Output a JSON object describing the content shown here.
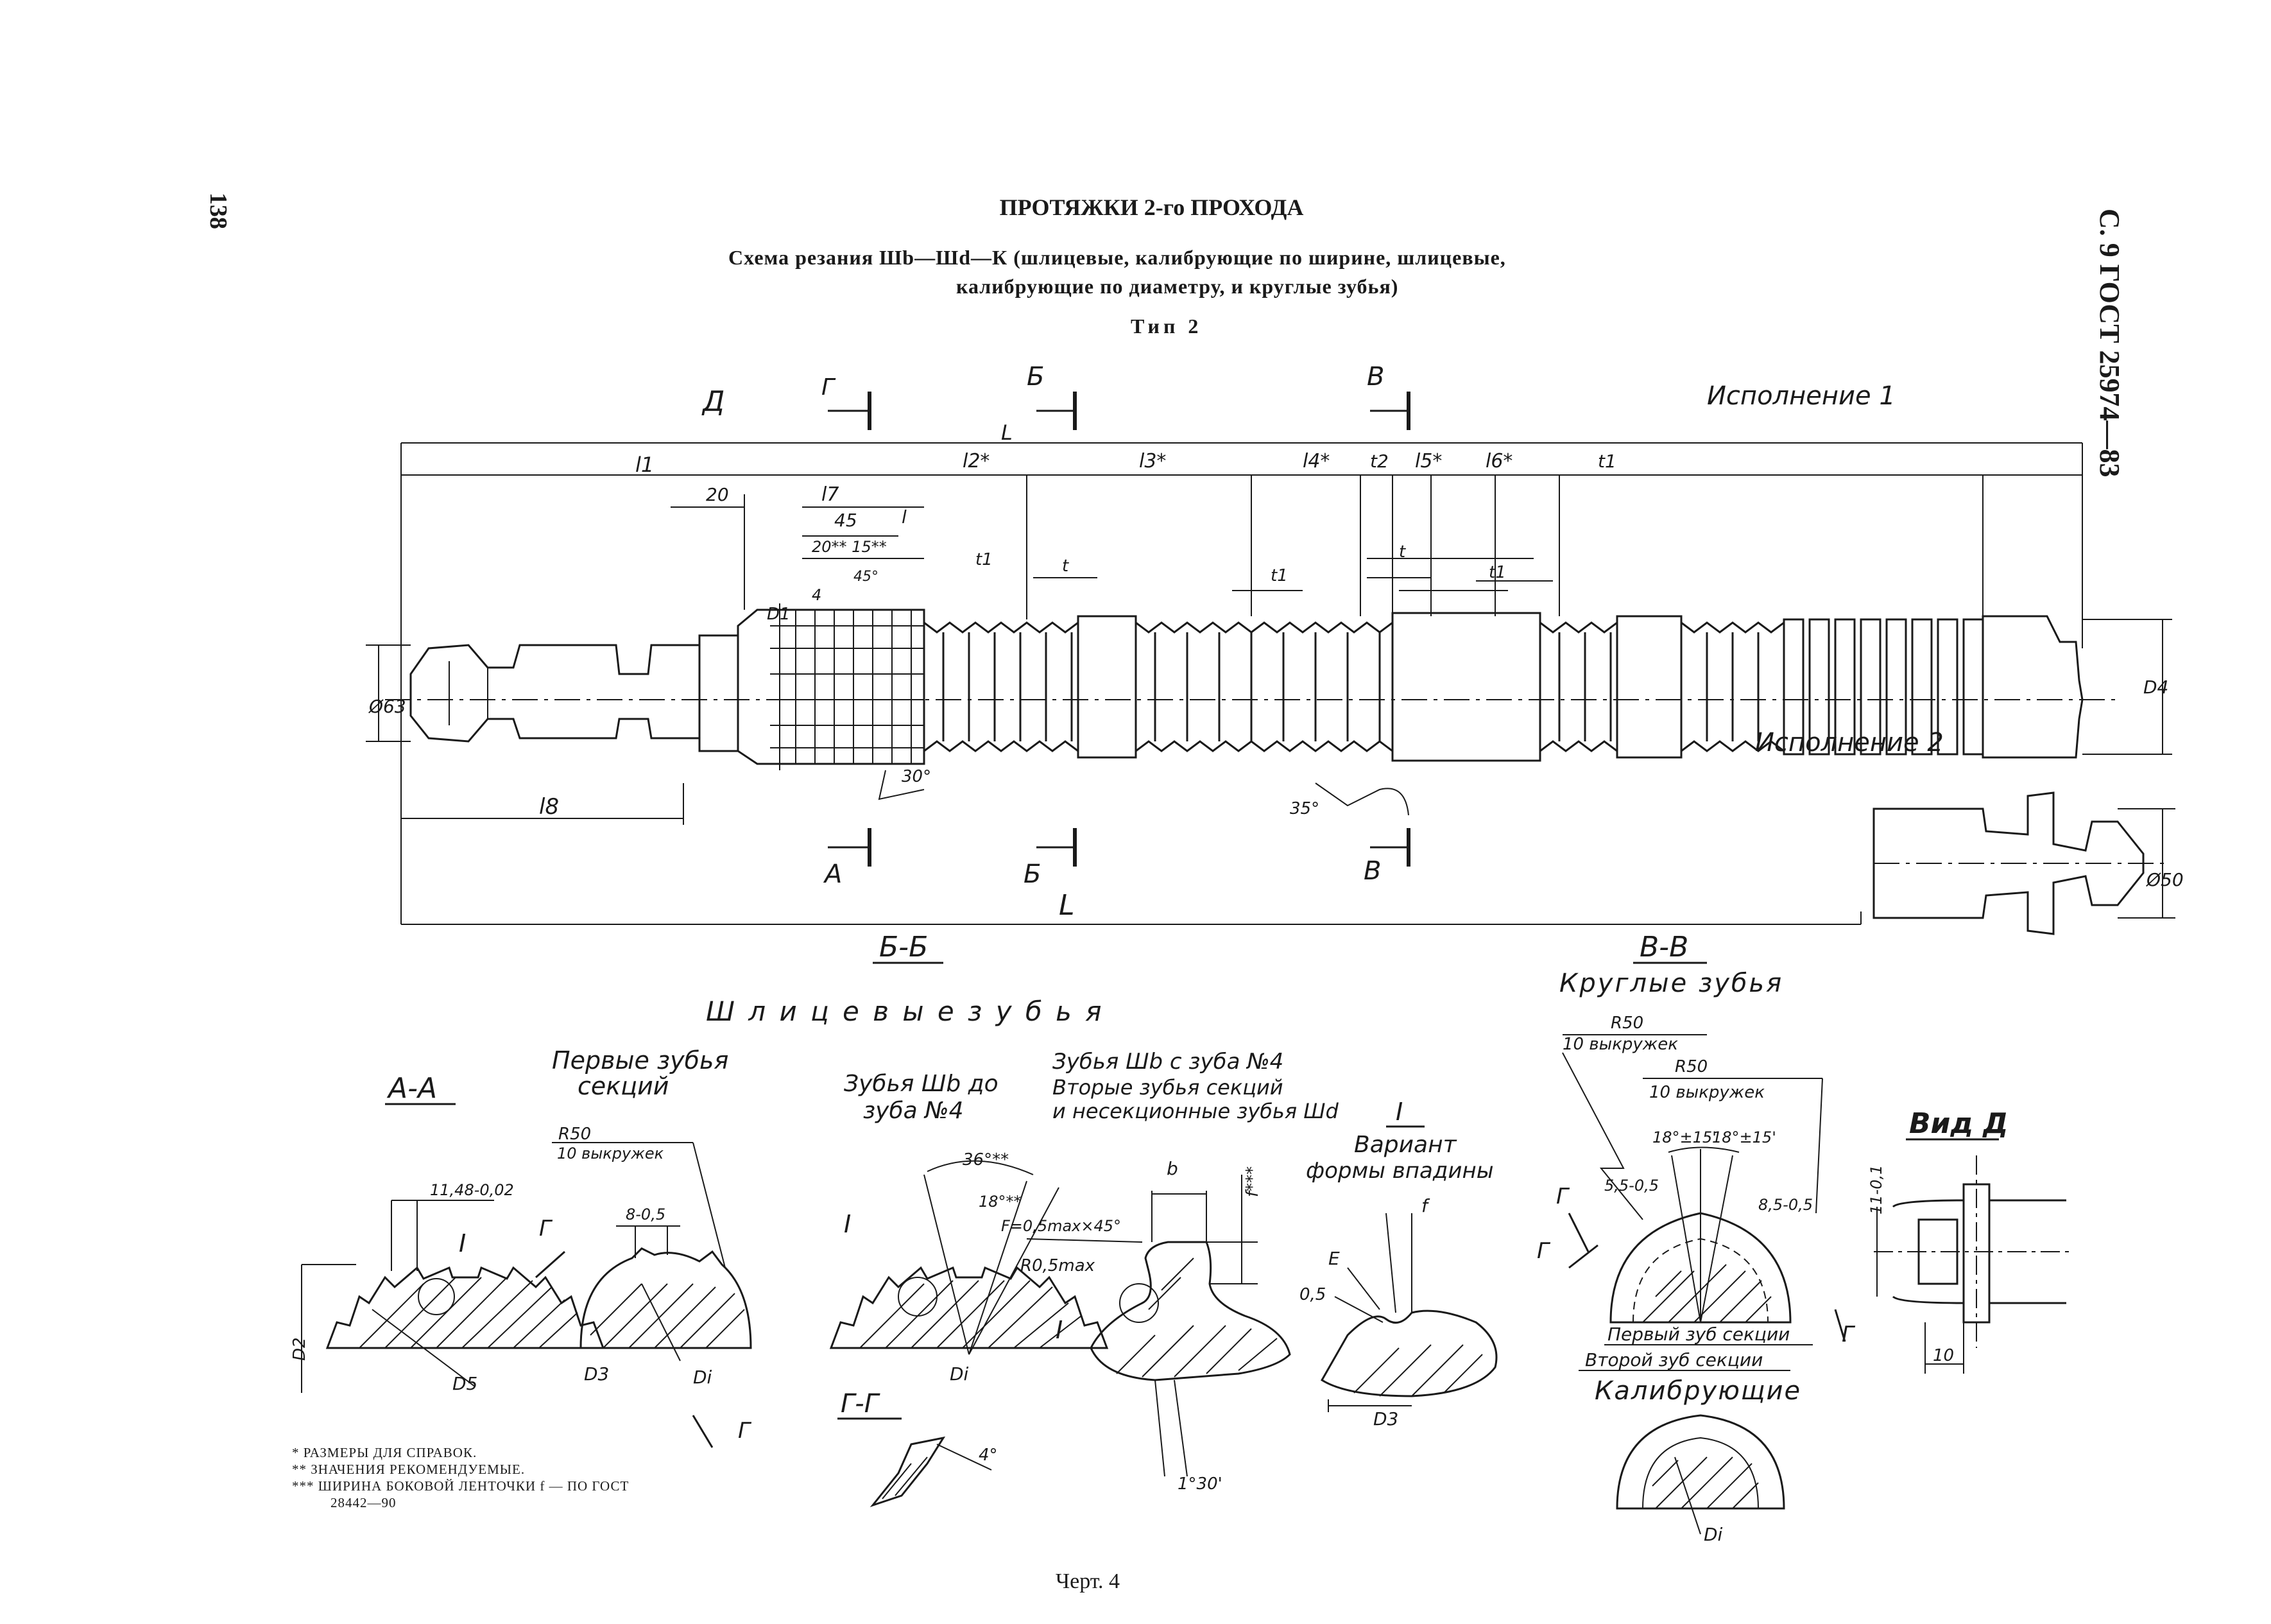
{
  "page": {
    "number": "138",
    "side_header": "С. 9 ГОСТ 25974—83",
    "title": "ПРОТЯЖКИ 2-го ПРОХОДА",
    "subtitle_1": "Схема резания Шb—Шd—К (шлицевые, калибрующие по ширине, шлицевые,",
    "subtitle_2": "калибрующие по диаметру, и круглые зубья)",
    "type": "Тип 2",
    "caption": "Черт. 4"
  },
  "main_view": {
    "view_label": "Д",
    "ispolnenie_1": "Исполнение 1",
    "ispolnenie_2": "Исполнение 2",
    "section_marks": [
      "Г",
      "Б",
      "В",
      "А",
      "Б",
      "В"
    ],
    "dims": {
      "L_small": "L",
      "L_big": "L",
      "l1": "l1",
      "l2": "l2*",
      "l3": "l3*",
      "l4": "l4*",
      "l5": "l5*",
      "l6": "l6*",
      "l7": "l7",
      "l8": "l8",
      "l_small": "l",
      "t1a": "t1",
      "t1b": "t1",
      "t1c": "t1",
      "t1d": "t1",
      "t2": "t2",
      "t_a": "t",
      "t_b": "t",
      "d20": "20",
      "d45": "45",
      "d20_15": "20** 15**",
      "d4": "4",
      "a45": "45°",
      "a30": "30°",
      "a35": "35°",
      "D1": "D1",
      "D4": "D4",
      "d63": "Ø63",
      "d50": "Ø50"
    }
  },
  "sections": {
    "bb_label": "Б-Б",
    "bb_title": "Ш л и ц е в ы е     з у б ь я",
    "vv_label": "В-В",
    "vv_title": "Круглые зубья",
    "aa_label": "А-А",
    "aa_d1148": "11,48-0,02",
    "aa_I": "I",
    "aa_D2": "D2",
    "aa_D5": "D5",
    "first_teeth_1": "Первые зубья",
    "first_teeth_2": "секций",
    "first_r50": "R50",
    "first_10": "10 выкружек",
    "first_8": "8-0,5",
    "first_D3": "D3",
    "first_Di": "Di",
    "mark_g1": "Г",
    "mark_g2": "Г",
    "wb4_1": "Зубья Шb до",
    "wb4_2": "зуба №4",
    "wb4_36": "36°**",
    "wb4_18": "18°**",
    "wb4_I": "I",
    "wb4_Di": "Di",
    "gg_label": "Г-Г",
    "gg_4": "4°",
    "wd_1": "Зубья Шb с зуба №4",
    "wd_2": "Вторые зубья секций",
    "wd_3": "и несекционные зубья Шd",
    "wd_b": "b",
    "wd_f": "f***",
    "wd_F": "F=0,5max×45°",
    "wd_R": "R0,5max",
    "wd_I": "I",
    "wd_1_30": "1°30'",
    "var_I": "I",
    "var_1": "Вариант",
    "var_2": "формы впадины",
    "var_f": "f",
    "var_E": "E",
    "var_05": "0,5",
    "var_D3": "D3",
    "vv_r50a": "R50",
    "vv_10a": "10 выкружек",
    "vv_r50b": "R50",
    "vv_10b": "10 выкружек",
    "vv_18a": "18°±15'",
    "vv_18b": "18°±15'",
    "vv_55": "5,5-0,5",
    "vv_85": "8,5-0,5",
    "vv_g1": "Г",
    "vv_g2": "Г",
    "vv_g3": "Г",
    "vv_first": "Первый зуб секции",
    "vv_second": "Второй зуб секции",
    "vv_calib": "Калибрующие",
    "vv_Di": "Di",
    "vd_label": "Вид Д",
    "vd_11": "11-0,1",
    "vd_10": "10"
  },
  "notes": [
    "* РАЗМЕРЫ ДЛЯ СПРАВОК.",
    "** ЗНАЧЕНИЯ РЕКОМЕНДУЕМЫЕ.",
    "*** ШИРИНА БОКОВОЙ ЛЕНТОЧКИ f — ПО ГОСТ",
    "28442—90"
  ]
}
